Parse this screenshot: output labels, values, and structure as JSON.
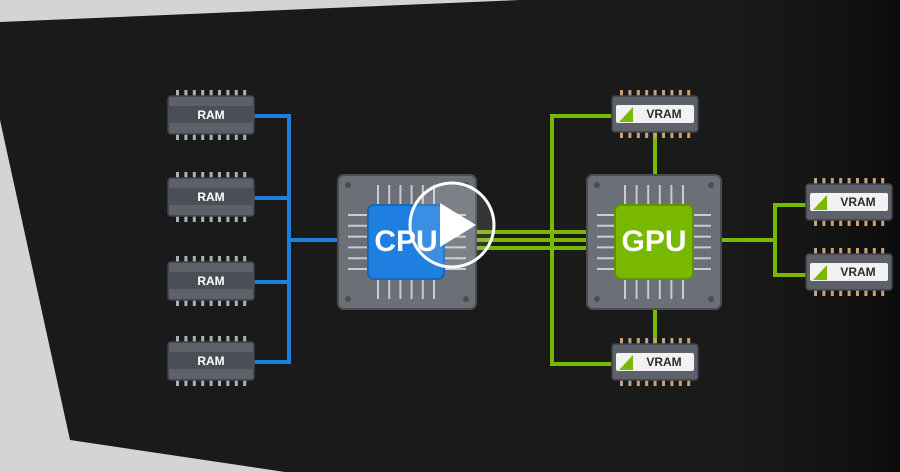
{
  "diagram": {
    "ram_label": "RAM",
    "vram_label": "VRAM",
    "cpu_label": "CPU",
    "gpu_label": "GPU",
    "colors": {
      "background": "#1a1a1a",
      "frame": "#d4d4d4",
      "cpu_blue": "#1f7fe0",
      "gpu_green": "#78b900",
      "chip_body": "#6b6f76",
      "module_body": "#5d6169",
      "pin_gray": "#aab0b8",
      "pin_tan": "#c9a27a"
    },
    "icons": [
      "play-icon",
      "vram-badge-icon"
    ]
  }
}
